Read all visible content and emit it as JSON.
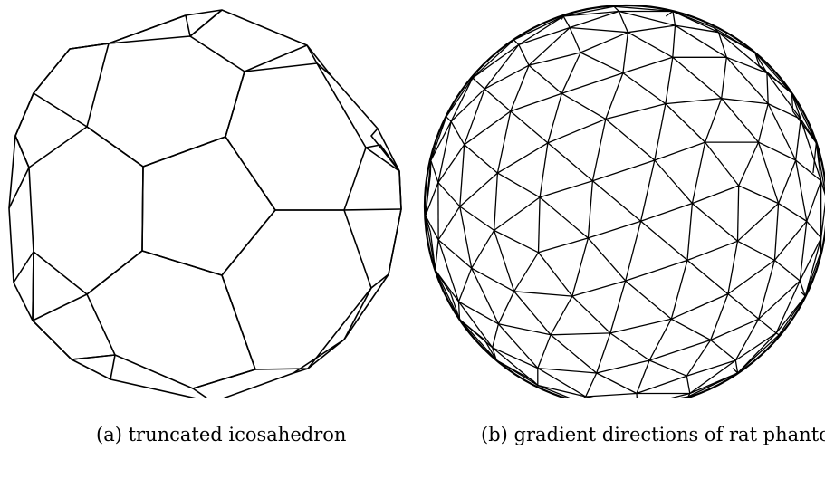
{
  "figures": [
    {
      "id": "a",
      "caption_label": "(a)",
      "caption_text": "truncated icosahedron",
      "shape": "truncated-icosahedron-wireframe"
    },
    {
      "id": "b",
      "caption_label": "(b)",
      "caption_text": "gradient directions of rat phantom",
      "shape": "triangulated-sphere-wireframe"
    }
  ],
  "colors": {
    "line": "#000000",
    "background": "#ffffff"
  }
}
